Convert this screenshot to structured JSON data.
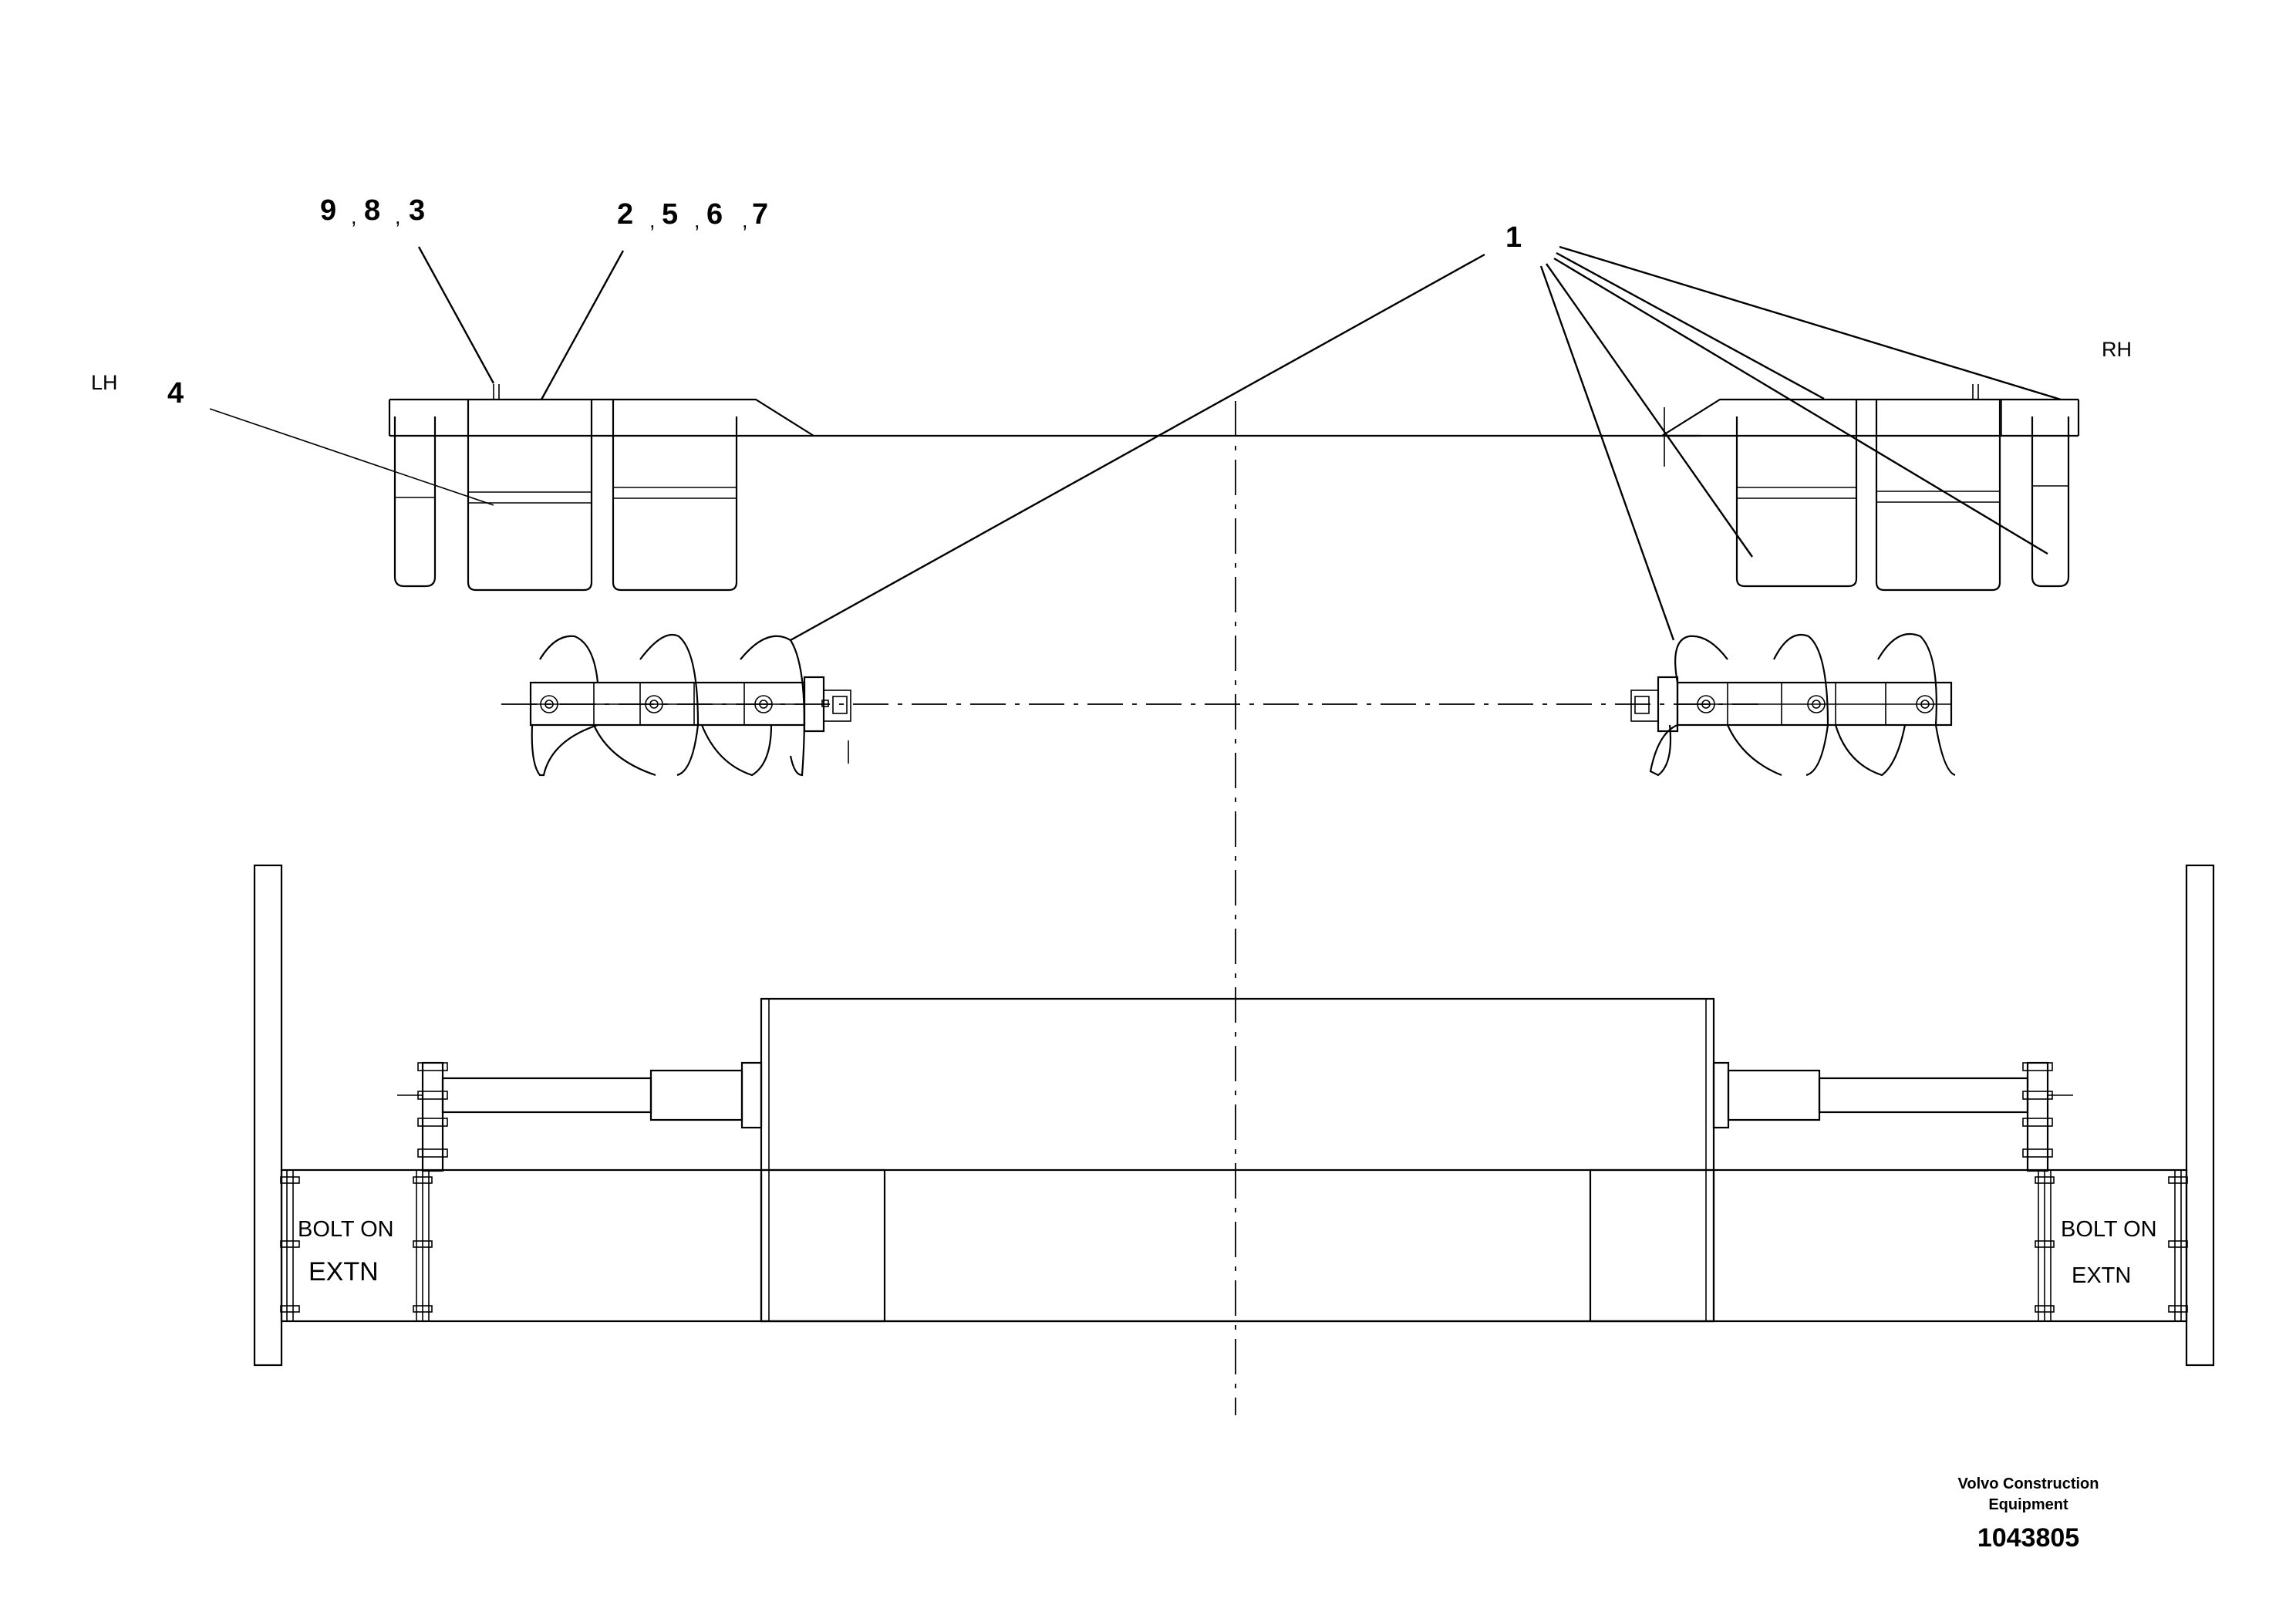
{
  "drawing": {
    "callouts": {
      "top_left_a": [
        "9",
        ",",
        "8",
        ",",
        "3"
      ],
      "top_left_b": [
        "2",
        ",",
        "5",
        ",",
        "6",
        ",",
        "7"
      ],
      "item_4": "4",
      "item_1": "1"
    },
    "sides": {
      "left": "LH",
      "right": "RH"
    },
    "extension": {
      "left_line1": "BOLT ON",
      "left_line2": "EXTN",
      "right_line1": "BOLT ON",
      "right_line2": "EXTN"
    }
  },
  "title_block": {
    "company_line1": "Volvo Construction",
    "company_line2": "Equipment",
    "drawing_number": "1043805"
  }
}
